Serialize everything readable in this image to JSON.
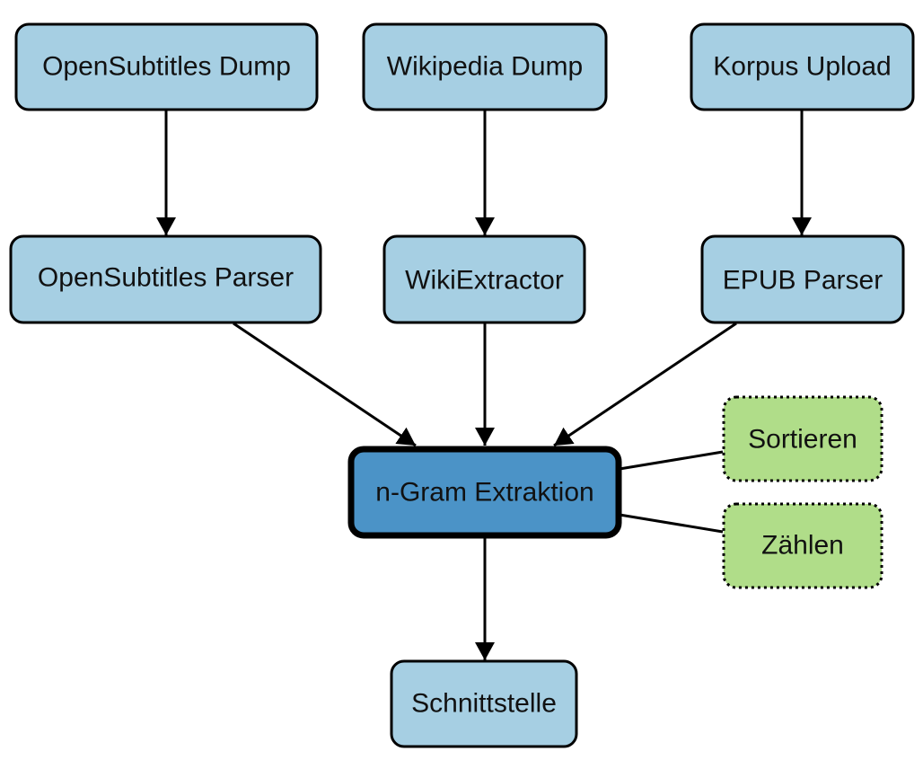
{
  "colors": {
    "source_fill": "#a6cfe3",
    "central_fill": "#4b93c7",
    "helper_fill": "#b0dd89",
    "stroke": "#000000"
  },
  "nodes": {
    "opensubtitles_dump": "OpenSubtitles Dump",
    "wikipedia_dump": "Wikipedia Dump",
    "korpus_upload": "Korpus Upload",
    "opensubtitles_parser": "OpenSubtitles Parser",
    "wikiextractor": "WikiExtractor",
    "epub_parser": "EPUB Parser",
    "ngram_extraktion": "n-Gram Extraktion",
    "sortieren": "Sortieren",
    "zaehlen": "Zählen",
    "schnittstelle": "Schnittstelle"
  },
  "edges": [
    {
      "from": "opensubtitles_dump",
      "to": "opensubtitles_parser",
      "arrow": true
    },
    {
      "from": "wikipedia_dump",
      "to": "wikiextractor",
      "arrow": true
    },
    {
      "from": "korpus_upload",
      "to": "epub_parser",
      "arrow": true
    },
    {
      "from": "opensubtitles_parser",
      "to": "ngram_extraktion",
      "arrow": true
    },
    {
      "from": "wikiextractor",
      "to": "ngram_extraktion",
      "arrow": true
    },
    {
      "from": "epub_parser",
      "to": "ngram_extraktion",
      "arrow": true
    },
    {
      "from": "ngram_extraktion",
      "to": "sortieren",
      "arrow": false
    },
    {
      "from": "ngram_extraktion",
      "to": "zaehlen",
      "arrow": false
    },
    {
      "from": "ngram_extraktion",
      "to": "schnittstelle",
      "arrow": true
    }
  ]
}
